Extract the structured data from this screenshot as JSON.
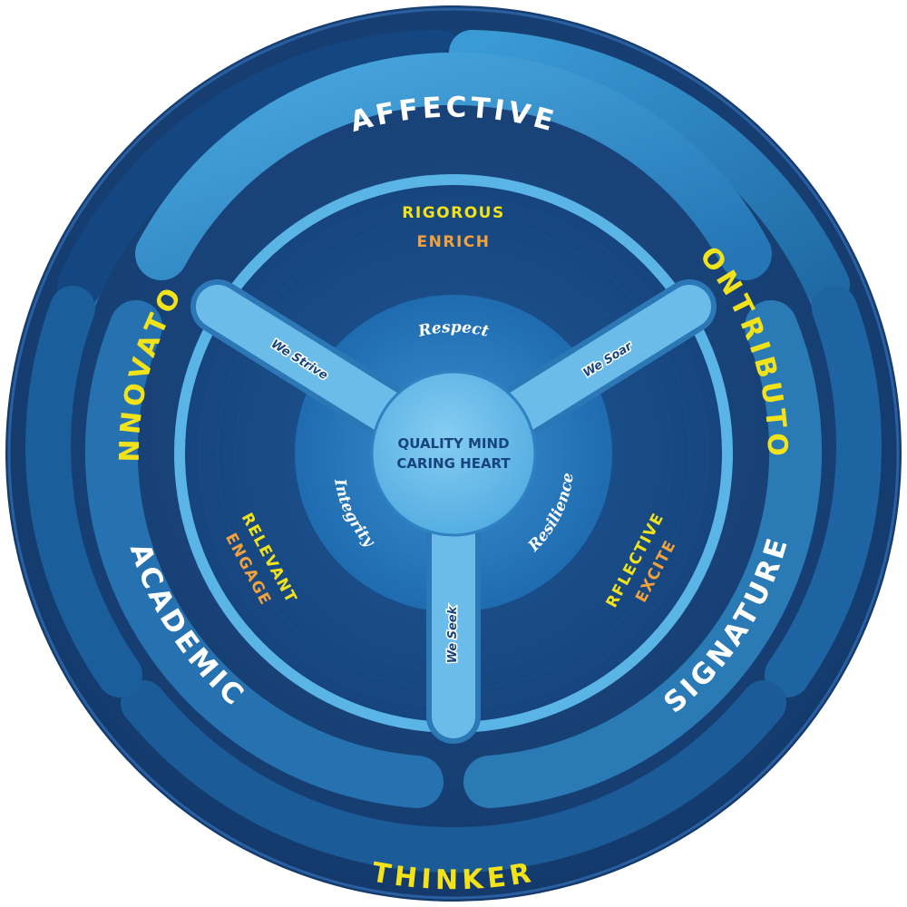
{
  "outer_ring": {
    "top_left": "INNOVATOR",
    "top_right": "CONTRIBUTOR",
    "bottom": "THINKER"
  },
  "middle_ring": {
    "top": "AFFECTIVE",
    "left": "ACADEMIC",
    "right": "SIGNATURE"
  },
  "sectors": {
    "top": {
      "line1": "RIGOROUS",
      "line2": "ENRICH"
    },
    "left": {
      "line1": "RELEVANT",
      "line2": "ENGAGE"
    },
    "right": {
      "line1": "RFLECTIVE",
      "line2": "EXCITE"
    }
  },
  "values": {
    "top": "Respect",
    "left": "Integrity",
    "right": "Resilience"
  },
  "spokes": {
    "left": "We Strive",
    "right": "We Soar",
    "bottom": "We Seek"
  },
  "core": {
    "line1": "QUALITY MIND",
    "line2": "CARING HEART"
  },
  "colors": {
    "yellow": "#f2e21a",
    "orange": "#f2a23c",
    "white": "#ffffff",
    "navy": "#143c72",
    "mid_blue": "#2a7ab4",
    "light_blue": "#5ab4e6"
  }
}
